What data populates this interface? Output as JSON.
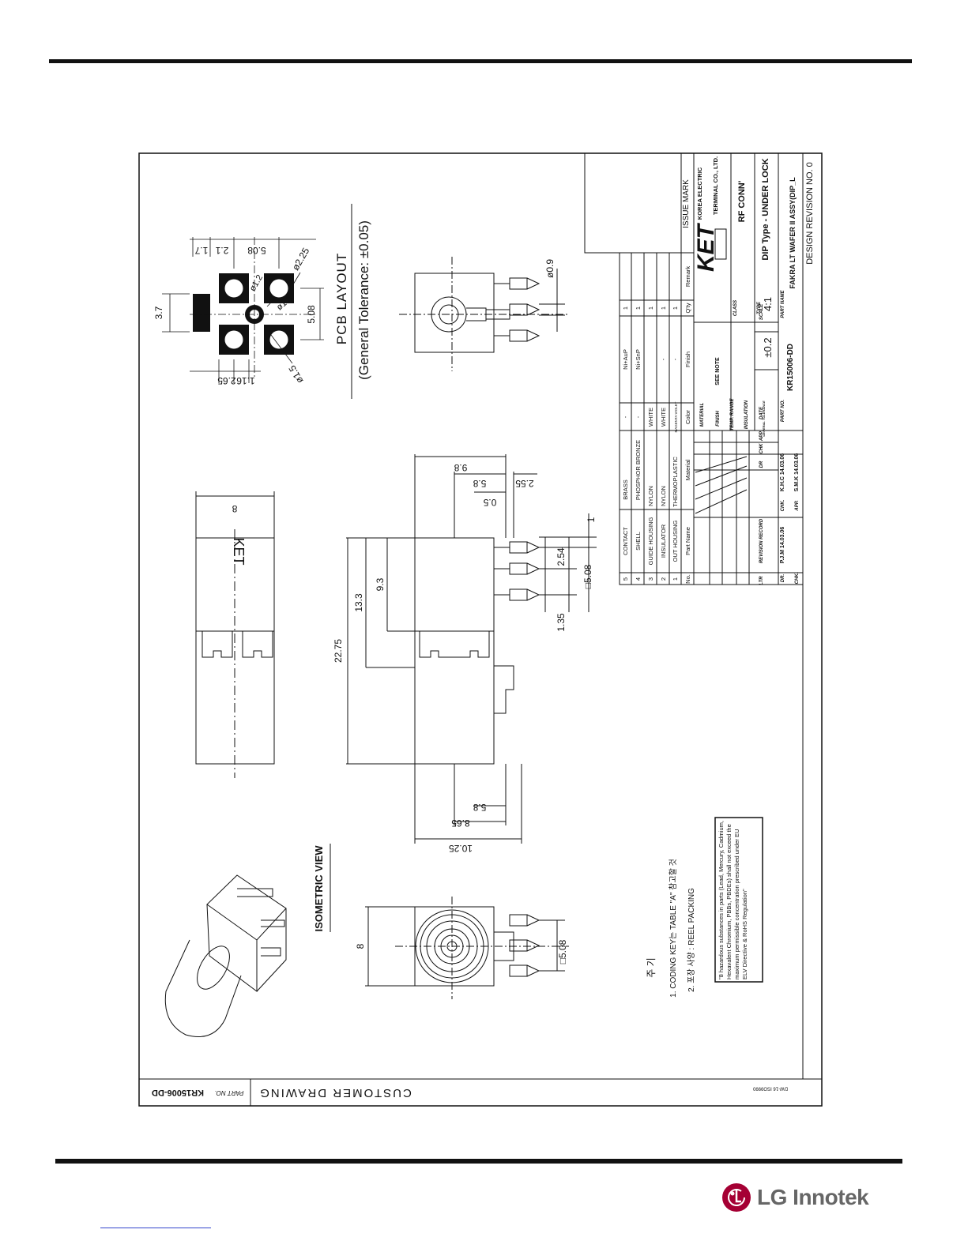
{
  "company": {
    "brand": "LG Innotek"
  },
  "drawing": {
    "title": "CUSTOMER DRAWING",
    "part_no_label": "PART NO.",
    "part_no": "KR15006-DD",
    "footer_code": "DW-16 ISO9990",
    "design_revision": "DESIGN REVISION NO. 0",
    "isometric_view": "ISOMETRIC VIEW",
    "pcb_layout": "PCB LAYOUT",
    "tolerance": "(General Tolerance: ±0.05)",
    "logo_text": "KET",
    "notes": {
      "title": "주 기",
      "items": [
        "1. CODING KEY는 TABLE \"A\" 참고할 것",
        "2. 포장 사양 : REEL PACKING"
      ]
    },
    "rohs_note": "\"8 hazardous substances in parts (Lead, Mercury, Cadmium, Hexavalent Chromium, PBBs, PBDEs) shall not exceed the maximum permissible concentration prescribed under EU ELV Directive & RoHS Regulation\"",
    "dimensions": {
      "pcb": [
        "3.7",
        "1.7",
        "2.1",
        "5.08",
        "ø2.25",
        "ø1.2",
        "ø1.8",
        "5.08",
        "2.65",
        "1.16",
        "ø1.5"
      ],
      "side": [
        "8"
      ],
      "main": [
        "22.75",
        "13.3",
        "9.3",
        "9.8",
        "5.8",
        "0.5",
        "2.55",
        "1",
        "2.54",
        "□5.08",
        "1.35",
        "5.8",
        "8.65",
        "10.25"
      ],
      "right": [
        "ø0.9"
      ],
      "front": [
        "8",
        "□5.08"
      ]
    },
    "bom": {
      "headers": [
        "No.",
        "Part Name",
        "Material",
        "Color",
        "Finish",
        "Q'ty",
        "Remark"
      ],
      "rows": [
        [
          "5",
          "CONTACT",
          "BRASS",
          "-",
          "Ni+AuP",
          "1",
          ""
        ],
        [
          "4",
          "SHELL",
          "PHOSPHOR BRONZE",
          "-",
          "Ni+SnP",
          "1",
          ""
        ],
        [
          "3",
          "GUIDE HOUSING",
          "NYLON",
          "WHITE",
          "",
          "1",
          ""
        ],
        [
          "2",
          "INSULATOR",
          "NYLON",
          "WHITE",
          "-",
          "1",
          ""
        ],
        [
          "1",
          "OUT HOUSING",
          "THERMOPLASTIC",
          "MAGENTA VIOLET",
          "-",
          "1",
          ""
        ]
      ]
    },
    "issue_mark": "ISSUE MARK",
    "company_name": [
      "KOREA ELECTRIC",
      "TERMINAL CO., LTD."
    ],
    "title_block": {
      "material_label": "MATERIAL",
      "finish_label": "FINISH",
      "finish_value": "SEE NOTE",
      "temp_label": "TEMP. RANGE",
      "insulation_label": "INSULATION",
      "tolerance_label": "GENERAL TOLERANCE",
      "tolerance_value": "±0.2",
      "scale_label": "SCALE",
      "scale_value": "4:1",
      "part_no_label": "PART NO.",
      "part_no_value": "KR15006-DD",
      "class_label": "CLASS",
      "class_value": "RF CONN'",
      "type_label": "TYPE",
      "type_value": "DIP Type - UNDER LOCK",
      "part_name_label": "PART NAME",
      "part_name_value": "FAKRA LT WAFER II ASSY(DIP_L",
      "rev_header": [
        "LTR",
        "REVISION RECORD",
        "DR",
        "CHK",
        "APP",
        "DATE"
      ],
      "dr_label": "DR.",
      "dr_value": "P.J.M 14.03.06",
      "chk_label": "CHK.",
      "chk_value": "K.H.C 14.03.06",
      "app_label": "APP.",
      "app_value": "S.M.K 14.03.06"
    }
  }
}
